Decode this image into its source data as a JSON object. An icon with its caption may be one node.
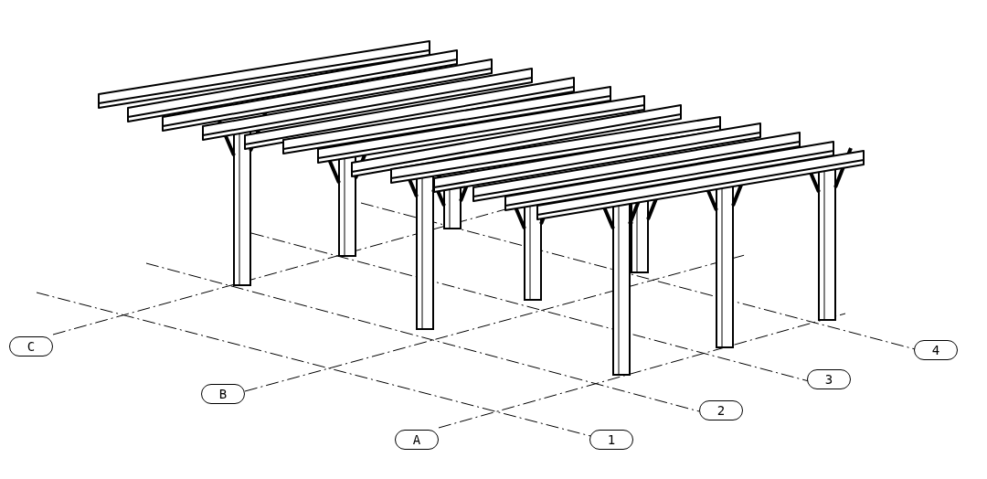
{
  "diagram": {
    "nodes": [
      {
        "text": [
          "C"
        ]
      },
      {
        "text": [
          "4"
        ]
      },
      {
        "text": [
          "3"
        ]
      },
      {
        "text": [
          "B"
        ]
      },
      {
        "text": [
          "2"
        ]
      },
      {
        "text": [
          "A"
        ]
      },
      {
        "text": [
          "1"
        ]
      }
    ]
  }
}
